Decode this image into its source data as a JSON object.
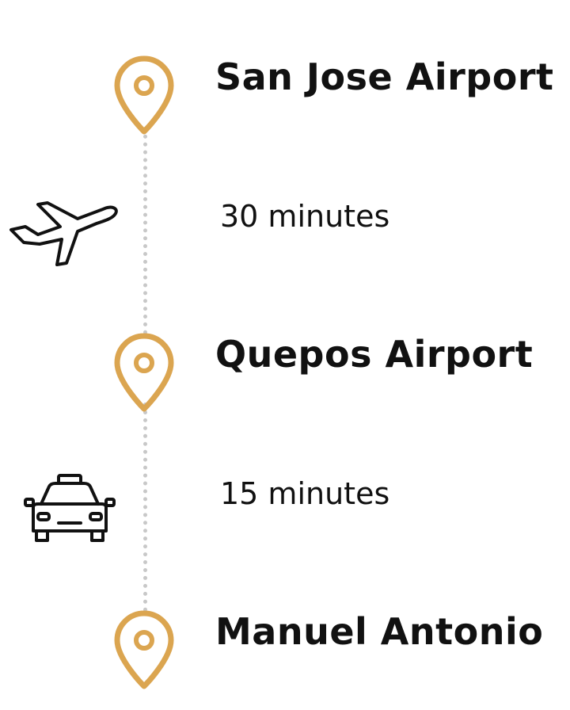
{
  "colors": {
    "pin": "#DBA550",
    "line": "#C8C8C8",
    "text": "#111111",
    "icon_stroke": "#111111"
  },
  "stops": [
    {
      "name": "San Jose Airport",
      "icon": "location-pin-icon"
    },
    {
      "name": "Quepos Airport",
      "icon": "location-pin-icon"
    },
    {
      "name": "Manuel Antonio",
      "icon": "location-pin-icon"
    }
  ],
  "legs": [
    {
      "duration": "30 minutes",
      "mode_icon": "airplane-icon"
    },
    {
      "duration": "15 minutes",
      "mode_icon": "taxi-icon"
    }
  ]
}
